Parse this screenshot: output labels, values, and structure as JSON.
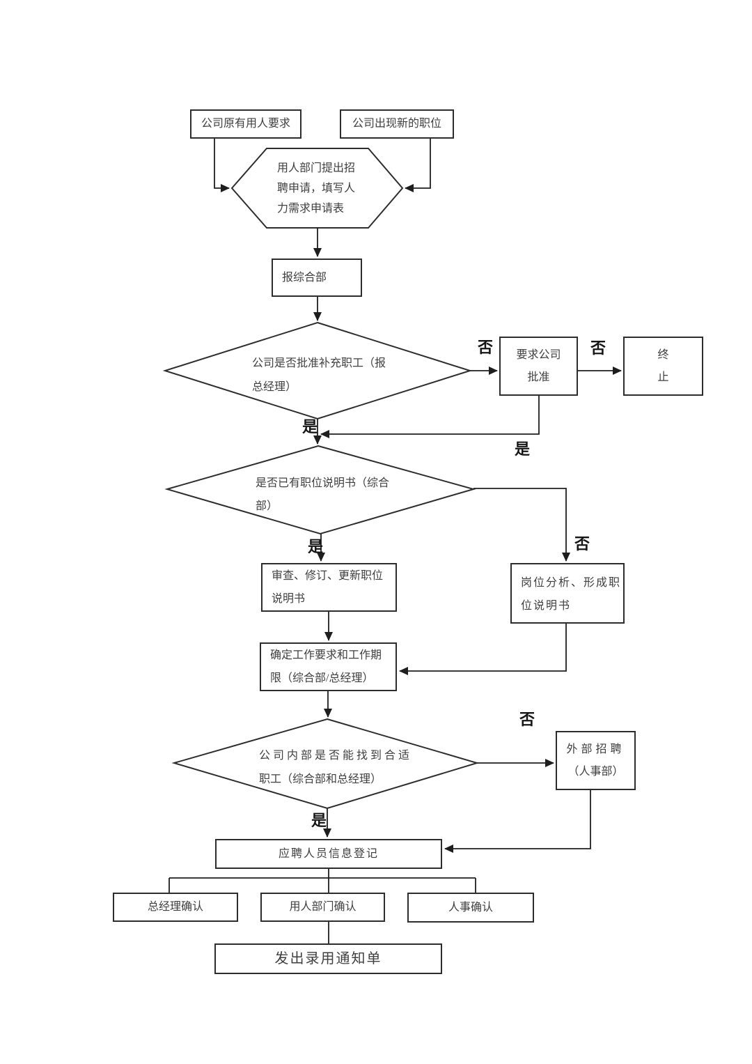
{
  "page": {
    "background": "#ffffff",
    "line_color": "#1e1e1e",
    "text_color": "#3f3f3f"
  },
  "nodes": {
    "existing_need": {
      "text": "公司原有用人要求"
    },
    "new_position": {
      "text": "公司出现新的职位"
    },
    "recruit_request": {
      "lines": [
        "用人部门提出招",
        "聘申请，填写人",
        "力需求申请表"
      ]
    },
    "report_general_dept": {
      "text": "报综合部"
    },
    "approve_decision": {
      "lines": [
        "公司是否批准补充职工（报",
        "总经理）"
      ]
    },
    "require_approval": {
      "lines": [
        "要求公司",
        "批准"
      ]
    },
    "terminate": {
      "lines": [
        "终",
        "止"
      ]
    },
    "jd_decision": {
      "lines": [
        "是否已有职位说明书（综合",
        "部）"
      ]
    },
    "review_jd": {
      "lines": [
        "审查、修订、更新职位",
        "说明书"
      ]
    },
    "job_analysis": {
      "lines": [
        "岗位分析、形成职",
        "位说明书"
      ]
    },
    "determine_requirements": {
      "lines": [
        "确定工作要求和工作期",
        "限（综合部/总经理）"
      ]
    },
    "internal_decision": {
      "lines": [
        "公司内部是否能找到合适",
        "职工（综合部和总经理）"
      ]
    },
    "external_recruit": {
      "lines": [
        "外部招聘",
        "（人事部）"
      ]
    },
    "candidate_registration": {
      "text": "应聘人员信息登记"
    },
    "gm_confirm": {
      "text": "总经理确认"
    },
    "dept_confirm": {
      "text": "用人部门确认"
    },
    "hr_confirm": {
      "text": "人事确认"
    },
    "offer_notice": {
      "text": "发出录用通知单"
    }
  },
  "edge_labels": {
    "approve_no": "否",
    "require_no": "否",
    "approve_yes": "是",
    "require_yes": "是",
    "jd_yes": "是",
    "jd_no": "否",
    "internal_yes": "是",
    "internal_no": "否"
  }
}
